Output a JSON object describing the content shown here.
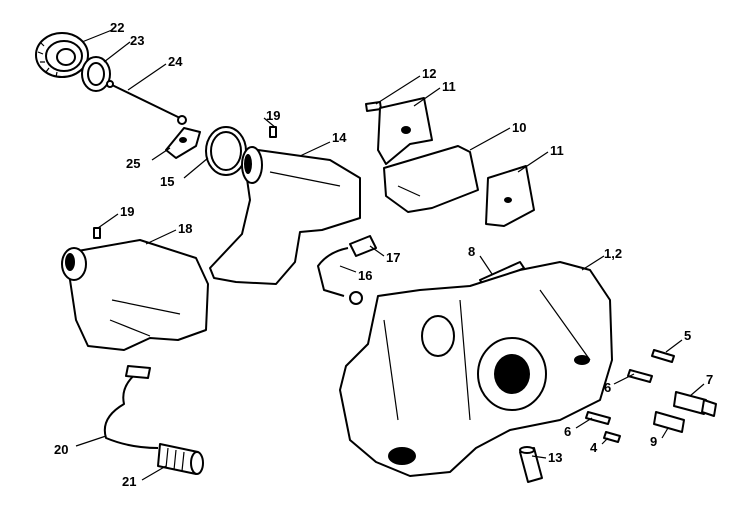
{
  "callouts": {
    "c22": "22",
    "c23": "23",
    "c24": "24",
    "c25": "25",
    "c15": "15",
    "c19a": "19",
    "c14": "14",
    "c19b": "19",
    "c18": "18",
    "c12": "12",
    "c11a": "11",
    "c10": "10",
    "c11b": "11",
    "c8": "8",
    "c12b": "1,2",
    "c17": "17",
    "c16": "16",
    "c5": "5",
    "c6a": "6",
    "c7": "7",
    "c6b": "6",
    "c4": "4",
    "c9": "9",
    "c13": "13",
    "c20": "20",
    "c21": "21"
  }
}
